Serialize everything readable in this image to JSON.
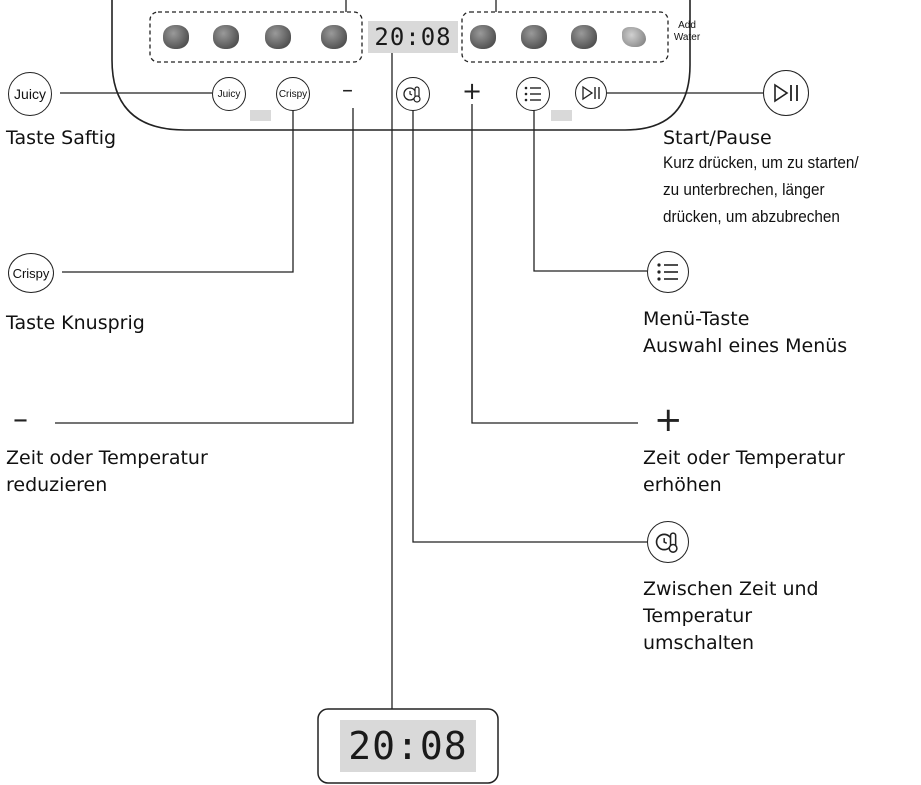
{
  "panel": {
    "display_time": "20:08",
    "add_water_label": [
      "Add",
      "Water"
    ],
    "food_icons_left": [
      "chicken-wings-icon",
      "vegetables-icon",
      "steak-icon",
      "shrimp-icon"
    ],
    "food_icons_right": [
      "broccoli-icon",
      "whole-chicken-icon",
      "meat-icon",
      "drumstick-icon"
    ],
    "juicy_button": "Juicy",
    "crispy_button": "Crispy",
    "minus_symbol": "–",
    "plus_symbol": "+",
    "timer_temp_icon": "timer-thermometer-icon",
    "menu_icon": "menu-list-icon",
    "start_pause_icon": "play-pause-icon"
  },
  "callouts": {
    "juicy": {
      "button": "Juicy",
      "label": "Taste Saftig"
    },
    "crispy": {
      "button": "Crispy",
      "label": "Taste Knusprig"
    },
    "minus": {
      "symbol": "–",
      "lines": [
        "Zeit oder Temperatur",
        "reduzieren"
      ]
    },
    "start_pause": {
      "title": "Start/Pause",
      "desc": [
        "Kurz drücken, um zu starten/",
        "zu unterbrechen, länger",
        "drücken, um abzubrechen"
      ]
    },
    "menu": {
      "lines": [
        "Menü-Taste",
        "Auswahl eines Menüs"
      ]
    },
    "plus": {
      "symbol": "+",
      "lines": [
        "Zeit oder Temperatur",
        "erhöhen"
      ]
    },
    "toggle": {
      "lines": [
        "Zwischen Zeit und",
        "Temperatur",
        "umschalten"
      ]
    },
    "display": {
      "time": "20:08"
    }
  }
}
